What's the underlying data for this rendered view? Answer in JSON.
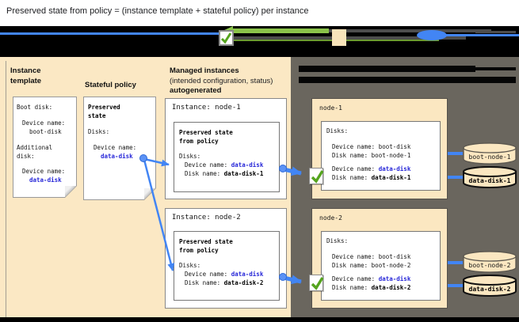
{
  "title": "Preserved state from policy = (instance template + stateful policy) per instance",
  "colors": {
    "accent_blue": "#4285f4",
    "link_blue": "#2626d8",
    "check_green": "#55a41e",
    "panel_tan": "#fbe8c4",
    "panel_gray": "#6a665e"
  },
  "instance_template": {
    "heading": "Instance template",
    "doc": {
      "boot_disk_label": "Boot disk:",
      "boot_device_label": "Device name:",
      "boot_device_value": "boot-disk",
      "additional_disk_label_1": "Additional",
      "additional_disk_label_2": "disk:",
      "data_device_label": "Device name:",
      "data_device_value": "data-disk"
    }
  },
  "stateful_policy": {
    "heading": "Stateful policy",
    "doc": {
      "title_1": "Preserved",
      "title_2": "state",
      "disks_label": "Disks:",
      "device_label": "Device name:",
      "device_value": "data-disk"
    }
  },
  "managed_instances": {
    "heading_line1": "Managed instances",
    "heading_line2": "(intended configuration, status)",
    "heading_line3": "autogenerated",
    "instances": [
      {
        "title": "Instance: node-1",
        "preserved_title_1": "Preserved state",
        "preserved_title_2": "from policy",
        "disks_label": "Disks:",
        "device_label": "Device name: ",
        "device_value": "data-disk",
        "disk_label": "Disk name: ",
        "disk_value": "data-disk-1"
      },
      {
        "title": "Instance: node-2",
        "preserved_title_1": "Preserved state",
        "preserved_title_2": "from policy",
        "disks_label": "Disks:",
        "device_label": "Device name: ",
        "device_value": "data-disk",
        "disk_label": "Disk name: ",
        "disk_value": "data-disk-2"
      }
    ]
  },
  "vm_instances": [
    {
      "name": "node-1",
      "disks_label": "Disks:",
      "boot_device_label": "Device name: ",
      "boot_device_value": "boot-disk",
      "boot_disk_label": "Disk name: ",
      "boot_disk_value": "boot-node-1",
      "data_device_label": "Device name: ",
      "data_device_value": "data-disk",
      "data_disk_label": "Disk name: ",
      "data_disk_value": "data-disk-1",
      "disks": [
        {
          "label": "boot-node-1"
        },
        {
          "label": "data-disk-1"
        }
      ]
    },
    {
      "name": "node-2",
      "disks_label": "Disks:",
      "boot_device_label": "Device name: ",
      "boot_device_value": "boot-disk",
      "boot_disk_label": "Disk name: ",
      "boot_disk_value": "boot-node-2",
      "data_device_label": "Device name: ",
      "data_device_value": "data-disk",
      "data_disk_label": "Disk name: ",
      "data_disk_value": "data-disk-2",
      "disks": [
        {
          "label": "boot-node-2"
        },
        {
          "label": "data-disk-2"
        }
      ]
    }
  ]
}
